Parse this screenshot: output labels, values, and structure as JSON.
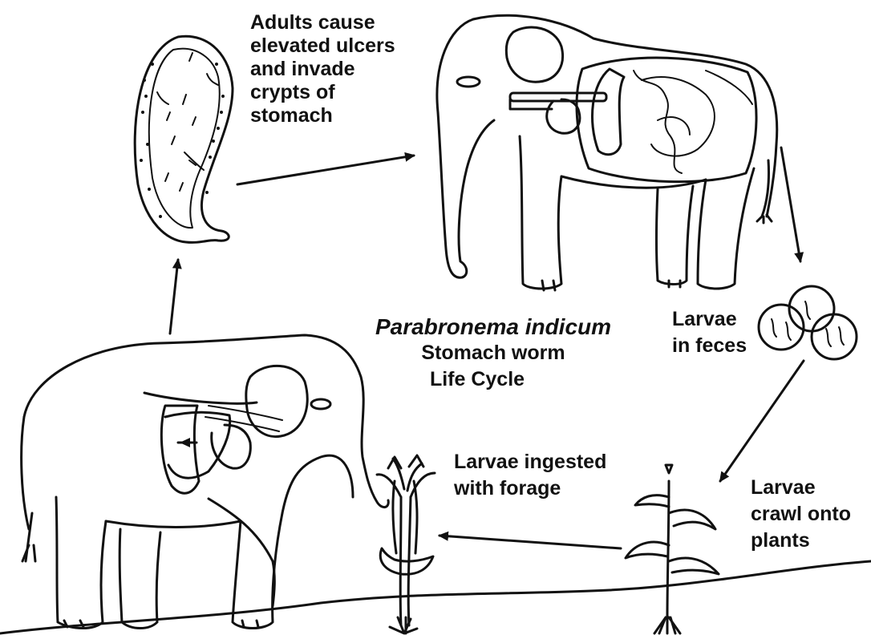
{
  "title": {
    "scientific_name": "Parabronema indicum",
    "common_name": "Stomach worm",
    "subtitle": "Life Cycle"
  },
  "labels": {
    "adults": [
      "Adults cause",
      "elevated ulcers",
      "and invade",
      "crypts of",
      "stomach"
    ],
    "feces": [
      "Larvae",
      "in feces"
    ],
    "ingested": [
      "Larvae ingested",
      "with forage"
    ],
    "crawl": [
      "Larvae",
      "crawl onto",
      "plants"
    ]
  },
  "colors": {
    "ink": "#111111",
    "background": "#ffffff"
  }
}
